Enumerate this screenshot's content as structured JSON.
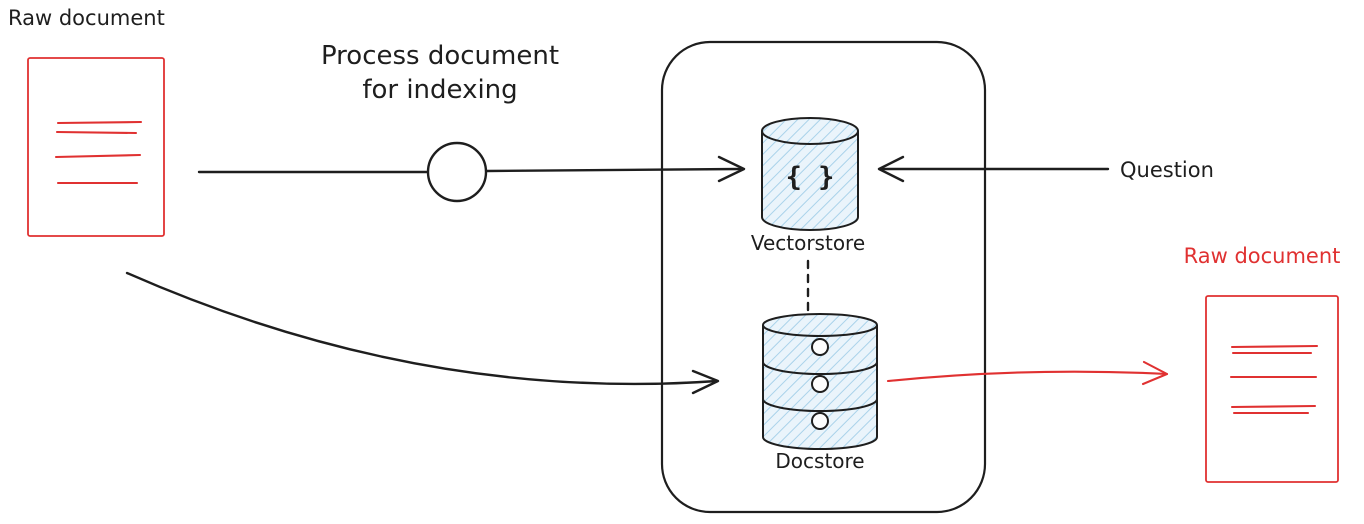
{
  "diagram": {
    "labels": {
      "raw_document_left": "Raw document",
      "process_line1": "Process document",
      "process_line2": "for indexing",
      "vectorstore": "Vectorstore",
      "vectorstore_glyph": "{ }",
      "docstore": "Docstore",
      "question": "Question",
      "raw_document_right": "Raw document"
    },
    "colors": {
      "ink_black": "#1e1e1e",
      "accent_red": "#e03131",
      "store_fill": "#eaf4fb",
      "store_hatch": "#a9d2ea"
    }
  }
}
